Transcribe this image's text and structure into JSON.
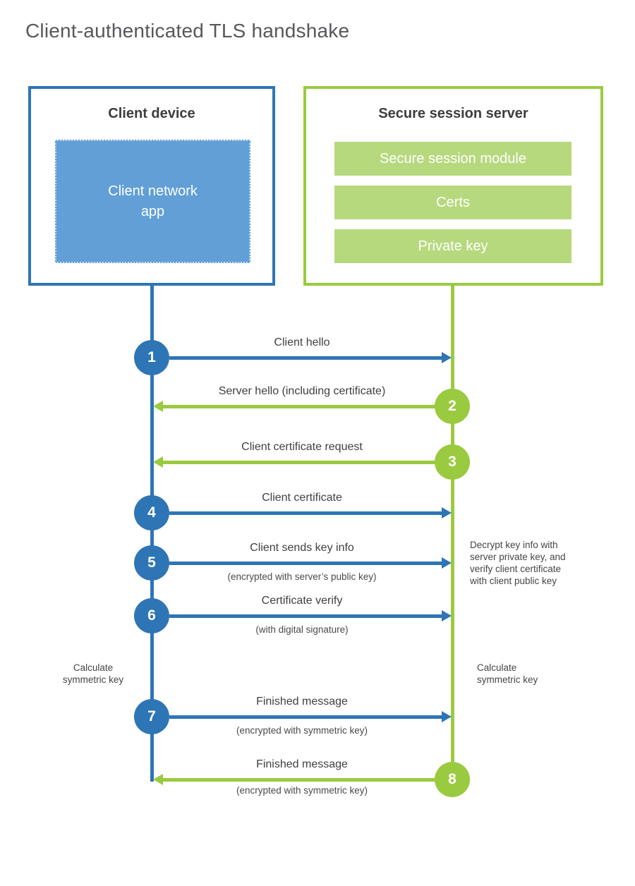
{
  "title": "Client-authenticated TLS handshake",
  "colors": {
    "blue": "#2e75b6",
    "blue_fill": "#619fd6",
    "green": "#9aca3f",
    "green_fill": "#b6d97e"
  },
  "client": {
    "title": "Client device",
    "app_label": "Client network\napp"
  },
  "server": {
    "title": "Secure session server",
    "modules": [
      "Secure session module",
      "Certs",
      "Private key"
    ]
  },
  "steps": [
    {
      "num": "1",
      "label": "Client hello",
      "direction": "right",
      "color": "blue"
    },
    {
      "num": "2",
      "label": "Server hello (including certificate)",
      "direction": "left",
      "color": "green"
    },
    {
      "num": "3",
      "label": "Client certificate request",
      "direction": "left",
      "color": "green"
    },
    {
      "num": "4",
      "label": "Client certificate",
      "direction": "right",
      "color": "blue"
    },
    {
      "num": "5",
      "label": "Client sends key info",
      "sub": "(encrypted with server’s public key)",
      "direction": "right",
      "color": "blue"
    },
    {
      "num": "6",
      "label": "Certificate verify",
      "sub": "(with digital signature)",
      "direction": "right",
      "color": "blue"
    },
    {
      "num": "7",
      "label": "Finished message",
      "sub": "(encrypted with symmetric key)",
      "direction": "right",
      "color": "blue"
    },
    {
      "num": "8",
      "label": "Finished message",
      "sub": "(encrypted with symmetric key)",
      "direction": "left",
      "color": "green"
    }
  ],
  "notes": {
    "decrypt": "Decrypt key info with\nserver private key, and\nverify client certificate\nwith client public key",
    "calc_client": "Calculate\nsymmetric key",
    "calc_server": "Calculate\nsymmetric key"
  }
}
